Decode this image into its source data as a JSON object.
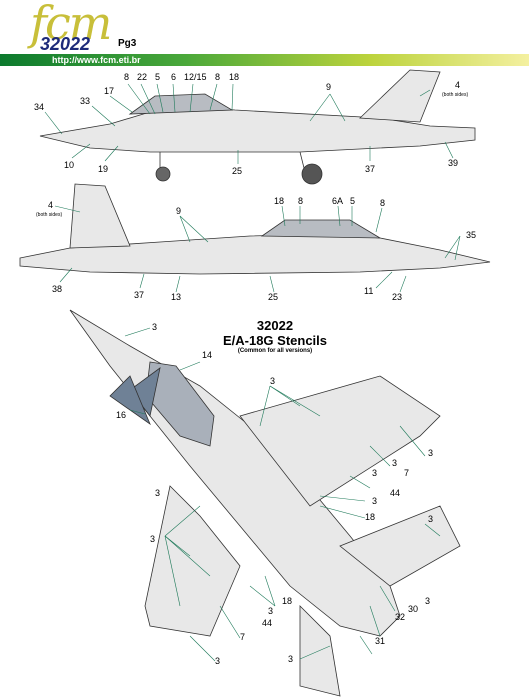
{
  "header": {
    "logo": "fcm",
    "code": "32022",
    "page": "Pg3",
    "url": "http://www.fcm.eti.br"
  },
  "title": {
    "code": "32022",
    "name": "E/A-18G Stencils",
    "note": "(Common for all versions)"
  },
  "callouts_side1": [
    "8",
    "22",
    "5",
    "6",
    "12/15",
    "8",
    "18",
    "17",
    "34",
    "33",
    "10",
    "19",
    "25",
    "9",
    "4",
    "(both sides)",
    "37",
    "39"
  ],
  "callouts_side2": [
    "4",
    "(both sides)",
    "9",
    "18",
    "8",
    "6A",
    "5",
    "8",
    "35",
    "38",
    "37",
    "13",
    "25",
    "11",
    "23"
  ],
  "callouts_top": [
    "3",
    "14",
    "16",
    "3",
    "3",
    "3",
    "3",
    "7",
    "44",
    "3",
    "18",
    "3",
    "3",
    "3",
    "18",
    "44",
    "7",
    "3",
    "3",
    "32",
    "30",
    "3",
    "31",
    "3"
  ],
  "colors": {
    "green_line": "#1f7a5a",
    "canopy": "#a9b0ba",
    "wing_dark": "#6f8196"
  }
}
